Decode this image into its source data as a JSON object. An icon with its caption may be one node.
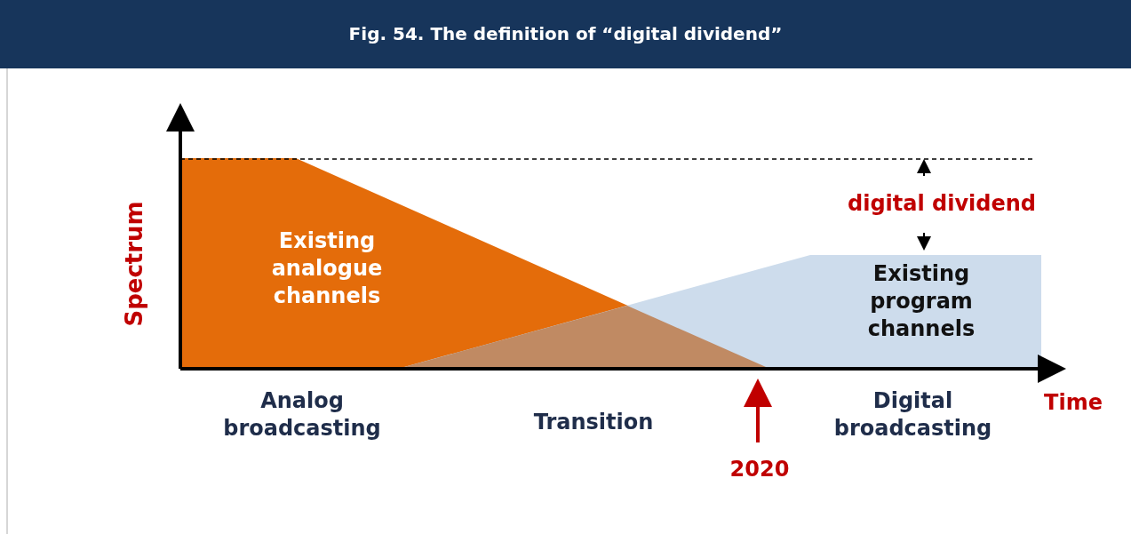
{
  "diagram": {
    "title": "Fig. 54. The definition of “digital dividend”",
    "nodes": [
      {
        "text": [
          "Existing analogue channels"
        ]
      },
      {
        "text": [
          "Existing program channels"
        ]
      }
    ],
    "labels": [
      "digital dividend",
      "Spectrum",
      "Time",
      "Analog broadcasting",
      "Transition",
      "Digital broadcasting",
      "2020"
    ]
  }
}
